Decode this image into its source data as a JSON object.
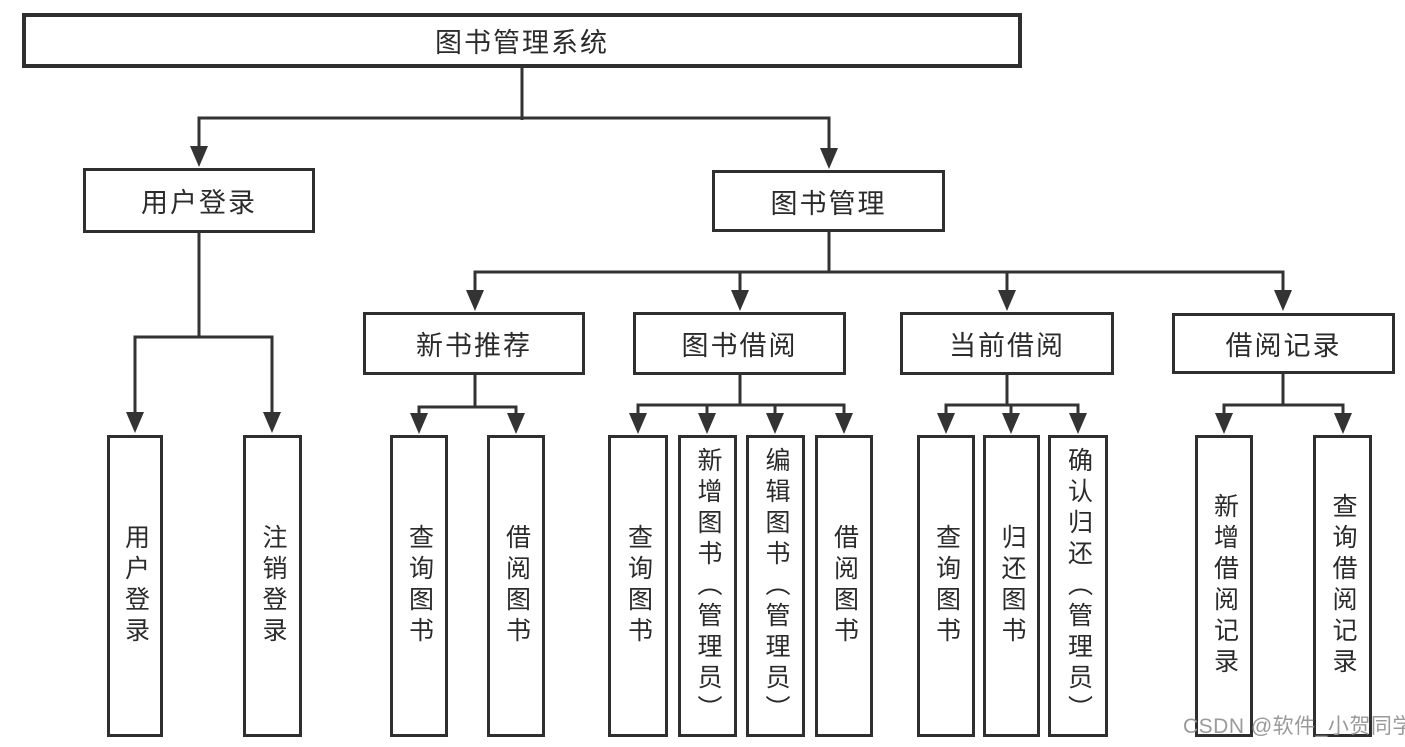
{
  "tree": {
    "root": "图书管理系统",
    "user_branch": {
      "label": "用户登录",
      "leaves": [
        "用户登录",
        "注销登录"
      ]
    },
    "mgmt_branch": {
      "label": "图书管理",
      "groups": [
        {
          "label": "新书推荐",
          "leaves": [
            "查询图书",
            "借阅图书"
          ]
        },
        {
          "label": "图书借阅",
          "leaves": [
            "查询图书",
            "新增图书（管理员）",
            "编辑图书（管理员）",
            "借阅图书"
          ]
        },
        {
          "label": "当前借阅",
          "leaves": [
            "查询图书",
            "归还图书",
            "确认归还（管理员）"
          ]
        },
        {
          "label": "借阅记录",
          "leaves": [
            "新增借阅记录",
            "查询借阅记录"
          ]
        }
      ]
    }
  },
  "watermark": "CSDN @软件_小贺同学",
  "colors": {
    "line": "#333333",
    "border": "#2f2f2f",
    "text": "#2b2b2b",
    "watermark": "#9a9a9a",
    "background": "#ffffff"
  }
}
